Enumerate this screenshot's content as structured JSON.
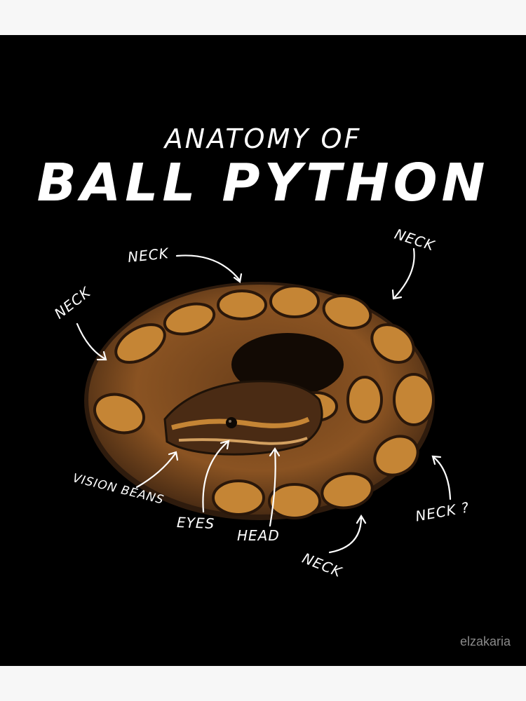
{
  "title": {
    "line1": "ANATOMY OF",
    "line2": "BALL PYTHON"
  },
  "labels": {
    "neck_top": "NECK",
    "neck_left": "NECK",
    "neck_right": "NECK",
    "vision_beans": "VISION BEANS",
    "eyes": "EYES",
    "head": "HEAD",
    "neck_bottom": "NECK",
    "neck_question": "NECK ?"
  },
  "watermark": "elzakaria",
  "colors": {
    "background": "#000000",
    "text": "#ffffff",
    "snake_dark": "#2b1a0e",
    "snake_tan": "#b8772e",
    "watermark": "#8a8a8a"
  }
}
